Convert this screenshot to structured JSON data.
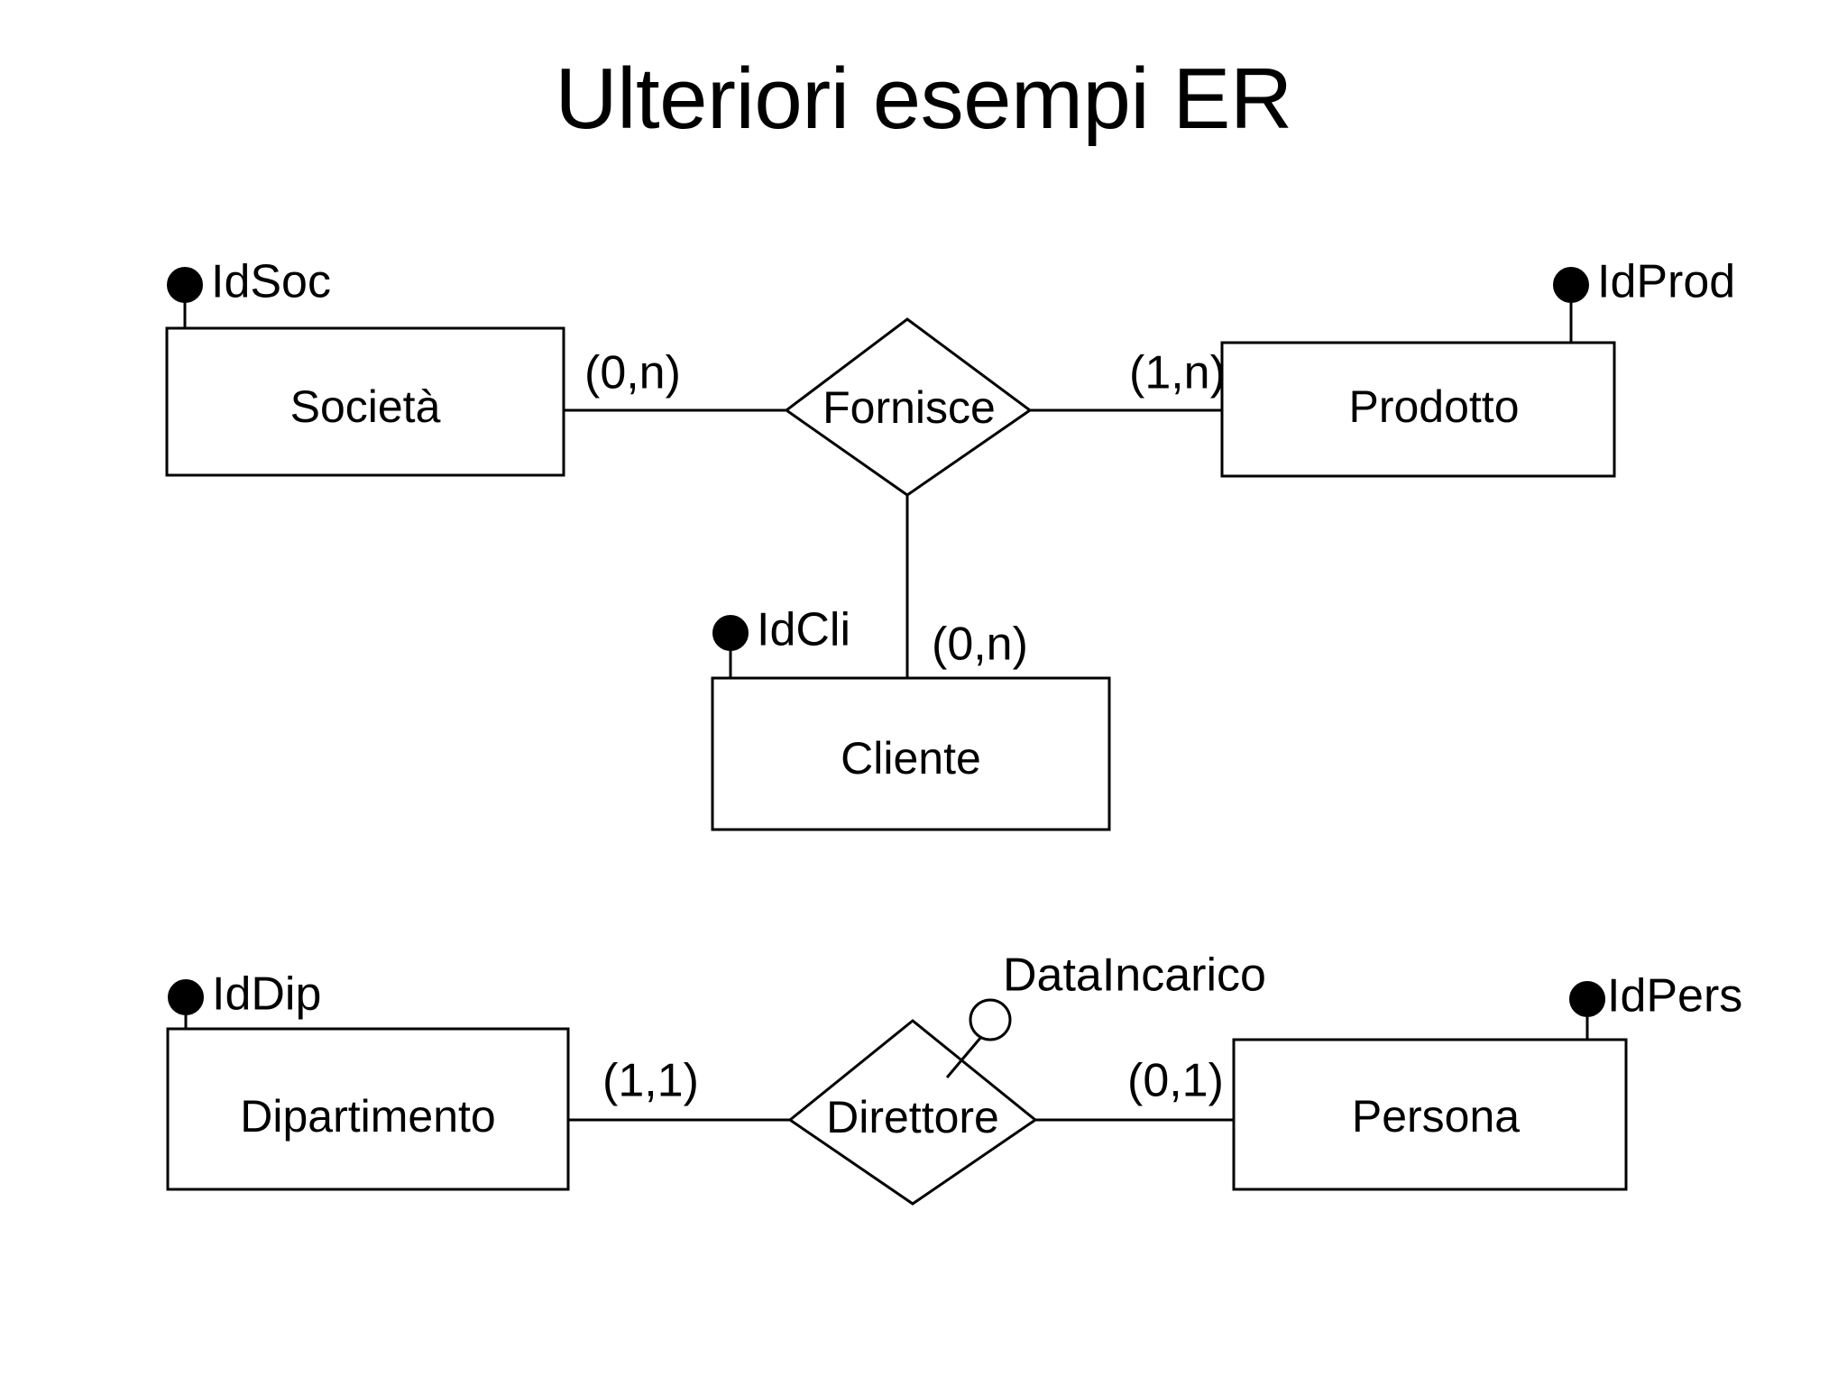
{
  "slide": {
    "title": "Ulteriori esempi ER",
    "background_color": "#ffffff",
    "line_color": "#000000",
    "text_color": "#000000"
  },
  "diagrams": [
    {
      "id": "diagram-fornisce",
      "entities": [
        {
          "id": "societa",
          "label": "Società"
        },
        {
          "id": "prodotto",
          "label": "Prodotto"
        },
        {
          "id": "cliente",
          "label": "Cliente"
        }
      ],
      "relationships": [
        {
          "id": "fornisce",
          "label": "Fornisce",
          "degree": 3
        }
      ],
      "attributes": [
        {
          "id": "idsoc",
          "label": "IdSoc",
          "owner": "societa",
          "key": true
        },
        {
          "id": "idprod",
          "label": "IdProd",
          "owner": "prodotto",
          "key": true
        },
        {
          "id": "idcli",
          "label": "IdCli",
          "owner": "cliente",
          "key": true
        }
      ],
      "cardinalities": [
        {
          "id": "card-societa-fornisce",
          "value": "(0,n)",
          "from": "societa",
          "to": "fornisce"
        },
        {
          "id": "card-prodotto-fornisce",
          "value": "(1,n)",
          "from": "prodotto",
          "to": "fornisce"
        },
        {
          "id": "card-cliente-fornisce",
          "value": "(0,n)",
          "from": "cliente",
          "to": "fornisce"
        }
      ]
    },
    {
      "id": "diagram-direttore",
      "entities": [
        {
          "id": "dipartimento",
          "label": "Dipartimento"
        },
        {
          "id": "persona",
          "label": "Persona"
        }
      ],
      "relationships": [
        {
          "id": "direttore",
          "label": "Direttore",
          "degree": 2
        }
      ],
      "attributes": [
        {
          "id": "iddip",
          "label": "IdDip",
          "owner": "dipartimento",
          "key": true
        },
        {
          "id": "idpers",
          "label": "IdPers",
          "owner": "persona",
          "key": true
        },
        {
          "id": "dataincarico",
          "label": "DataIncarico",
          "owner": "direttore",
          "key": false
        }
      ],
      "cardinalities": [
        {
          "id": "card-dipartimento-direttore",
          "value": "(1,1)",
          "from": "dipartimento",
          "to": "direttore"
        },
        {
          "id": "card-persona-direttore",
          "value": "(0,1)",
          "from": "persona",
          "to": "direttore"
        }
      ]
    }
  ]
}
